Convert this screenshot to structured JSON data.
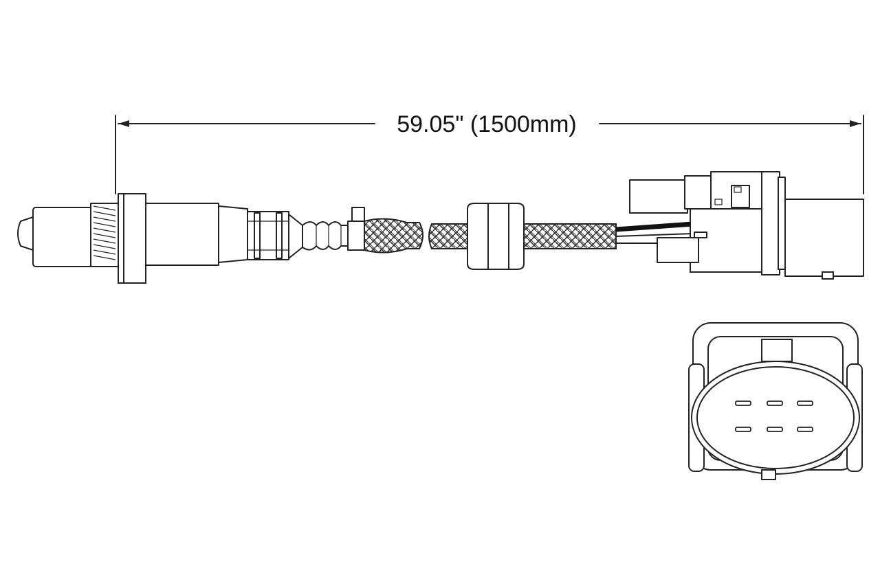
{
  "dimension": {
    "label": "59.05\" (1500mm)"
  },
  "diagram": {
    "subject": "oxygen-sensor",
    "connector_pins": 6,
    "colors": {
      "line": "#222222",
      "background": "#ffffff",
      "wire_black": "#111111"
    }
  }
}
